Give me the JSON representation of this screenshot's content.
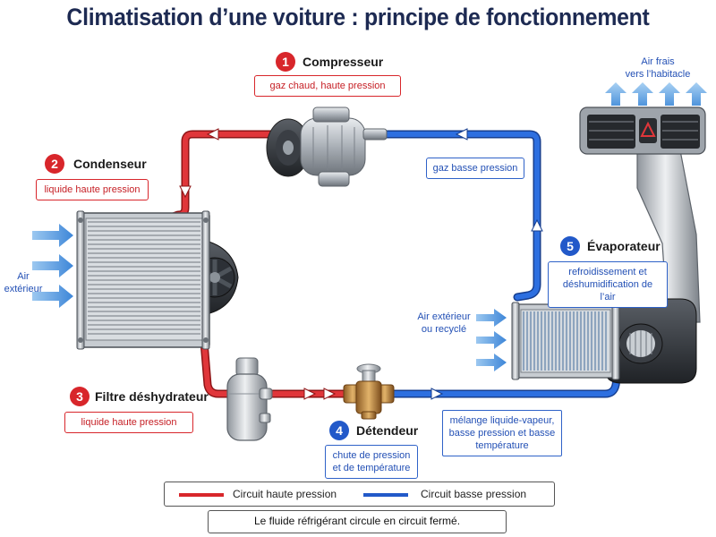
{
  "title": "Climatisation d’une voiture : principe de fonctionnement",
  "colors": {
    "high_pressure": "#d8262b",
    "low_pressure": "#2259c9",
    "title": "#1d2a52"
  },
  "components": [
    {
      "number": "1",
      "name": "Compresseur",
      "description": "gaz chaud, haute pression",
      "circuit": "high"
    },
    {
      "number": "2",
      "name": "Condenseur",
      "description": "liquide haute pression",
      "circuit": "high"
    },
    {
      "number": "3",
      "name": "Filtre déshydrateur",
      "description": "liquide haute pression",
      "circuit": "high"
    },
    {
      "number": "4",
      "name": "Détendeur",
      "description": "chute de pression\net de température",
      "circuit": "low"
    },
    {
      "number": "5",
      "name": "Évaporateur",
      "description": "refroidissement et\ndéshumidification de l’air",
      "circuit": "low"
    }
  ],
  "flow_labels": {
    "low_pressure_gas": "gaz basse pression",
    "mixture": "mélange liquide-vapeur,\nbasse pression et basse\ntempérature"
  },
  "air_labels": {
    "outside_air": "Air\nextérieur",
    "recirculated_air": "Air extérieur\nou recyclé",
    "fresh_air": "Air frais\nvers l’habitacle"
  },
  "legend": {
    "high": "Circuit haute pression",
    "low": "Circuit basse pression"
  },
  "note": "Le fluide réfrigérant circule en circuit fermé."
}
